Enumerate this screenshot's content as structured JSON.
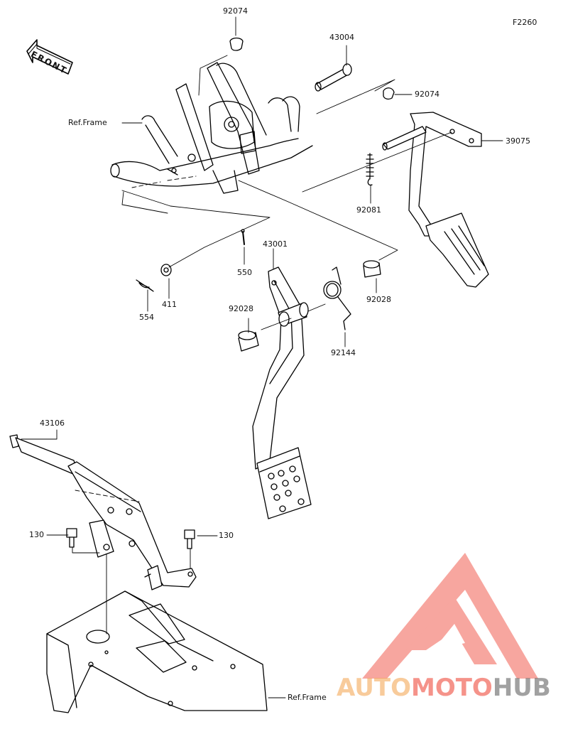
{
  "diagram": {
    "figure_code": "F2260",
    "front_label": "FRONT",
    "part_labels": [
      {
        "id": "p-92074-top",
        "text": "92074"
      },
      {
        "id": "p-43004",
        "text": "43004"
      },
      {
        "id": "p-92074-right",
        "text": "92074"
      },
      {
        "id": "p-39075",
        "text": "39075"
      },
      {
        "id": "p-92081",
        "text": "92081"
      },
      {
        "id": "p-ref-frame-top",
        "text": "Ref.Frame"
      },
      {
        "id": "p-43001",
        "text": "43001"
      },
      {
        "id": "p-550",
        "text": "550"
      },
      {
        "id": "p-411",
        "text": "411"
      },
      {
        "id": "p-554",
        "text": "554"
      },
      {
        "id": "p-92028-left",
        "text": "92028"
      },
      {
        "id": "p-92028-right",
        "text": "92028"
      },
      {
        "id": "p-92144",
        "text": "92144"
      },
      {
        "id": "p-43106",
        "text": "43106"
      },
      {
        "id": "p-130-left",
        "text": "130"
      },
      {
        "id": "p-130-right",
        "text": "130"
      },
      {
        "id": "p-ref-frame-bottom",
        "text": "Ref.Frame"
      }
    ]
  },
  "watermark": {
    "part1": "AUTO",
    "part2": "MOTO",
    "part3": "HUB",
    "color_primary": "#f4a24a",
    "color_secondary": "#ee3b2c",
    "color_dark": "#555555"
  }
}
